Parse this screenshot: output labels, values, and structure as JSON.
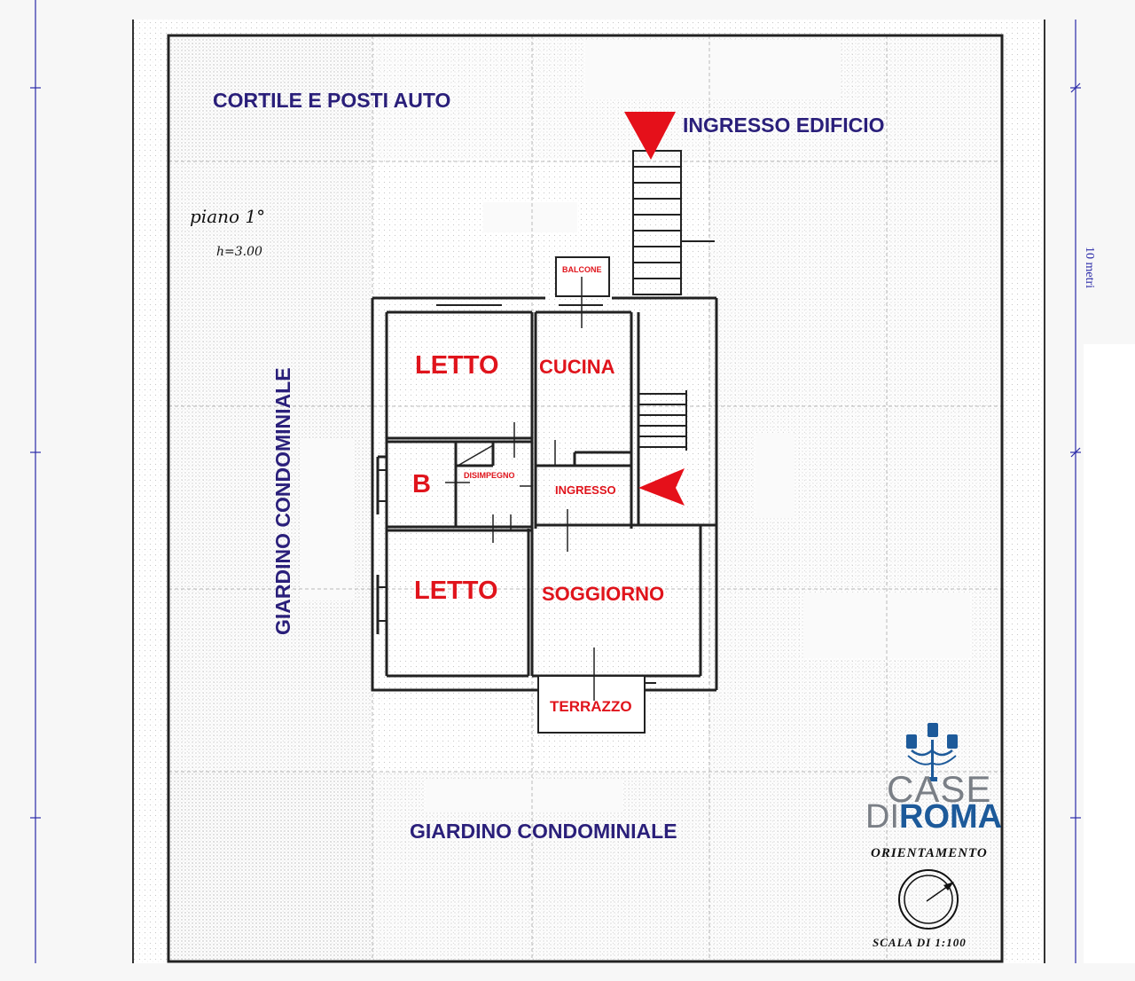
{
  "labels": {
    "cortile": "CORTILE E POSTI AUTO",
    "ingresso_edificio": "INGRESSO EDIFICIO",
    "giardino_side": "GIARDINO CONDOMINIALE",
    "giardino_bottom": "GIARDINO CONDOMINIALE"
  },
  "rooms": {
    "letto_top": "LETTO",
    "cucina": "CUCINA",
    "balcone": "BALCONE",
    "bagno": "B",
    "disimpegno": "DISIMPEGNO",
    "ingresso": "INGRESSO",
    "letto_bottom": "LETTO",
    "soggiorno": "SOGGIORNO",
    "terrazzo": "TERRAZZO"
  },
  "handwriting": {
    "floor": "piano 1°",
    "height": "h=3.00"
  },
  "scale": {
    "ruler": "10 metri",
    "text": "SCALA DI 1:100"
  },
  "orientation": {
    "label": "ORIENTAMENTO"
  },
  "logo": {
    "case": "CASE",
    "di": "DI",
    "roma": "ROMA"
  },
  "colors": {
    "label_blue": "#2a1f7a",
    "room_red": "#e0141c",
    "arrow_red": "#e5101a",
    "logo_blue": "#1d5a9a",
    "logo_grey": "#7a7f86",
    "wall": "#222222"
  }
}
